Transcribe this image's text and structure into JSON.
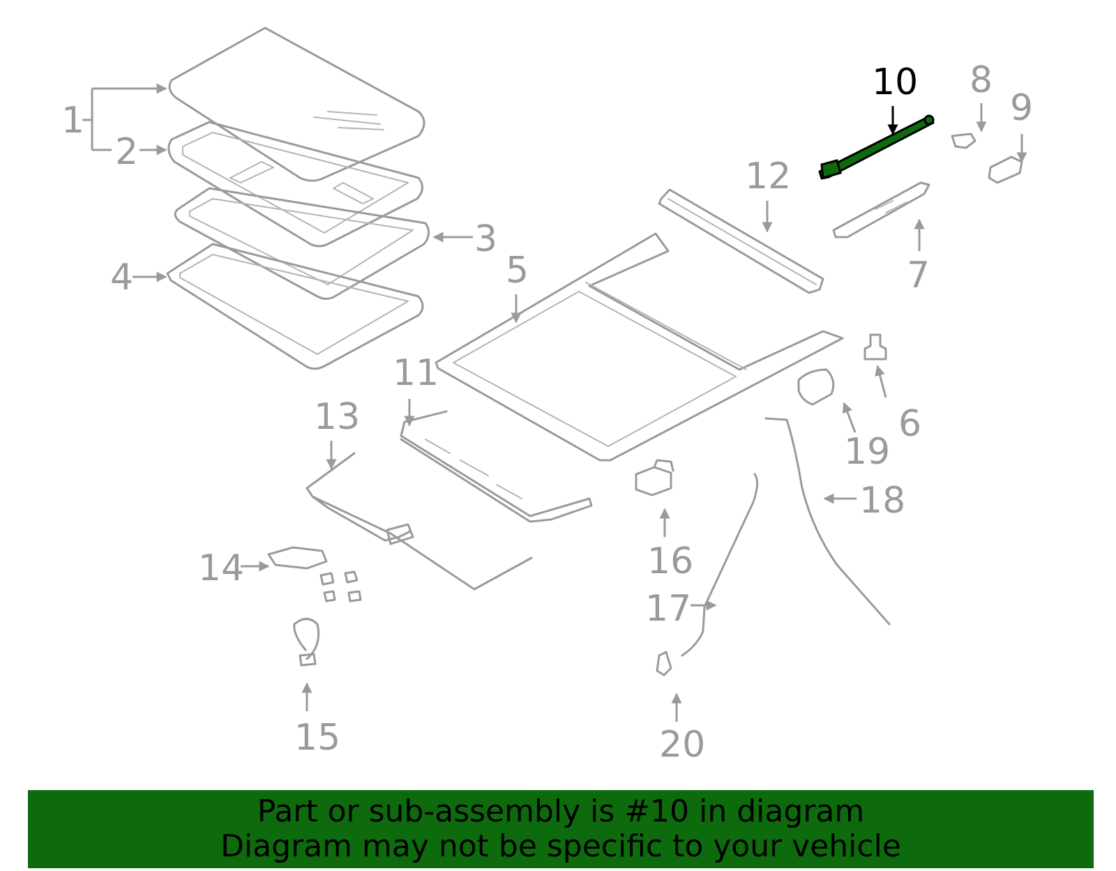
{
  "diagram": {
    "highlight_color": "#0d6b0d",
    "part_color": "#9a9a9a",
    "highlighted_part": "10",
    "labels": [
      "1",
      "2",
      "3",
      "4",
      "5",
      "6",
      "7",
      "8",
      "9",
      "10",
      "11",
      "12",
      "13",
      "14",
      "15",
      "16",
      "17",
      "18",
      "19",
      "20"
    ]
  },
  "banner": {
    "background": "#0d6b0d",
    "line1": "Part or sub-assembly is #10 in diagram",
    "line2": "Diagram may not be specific to your vehicle"
  }
}
